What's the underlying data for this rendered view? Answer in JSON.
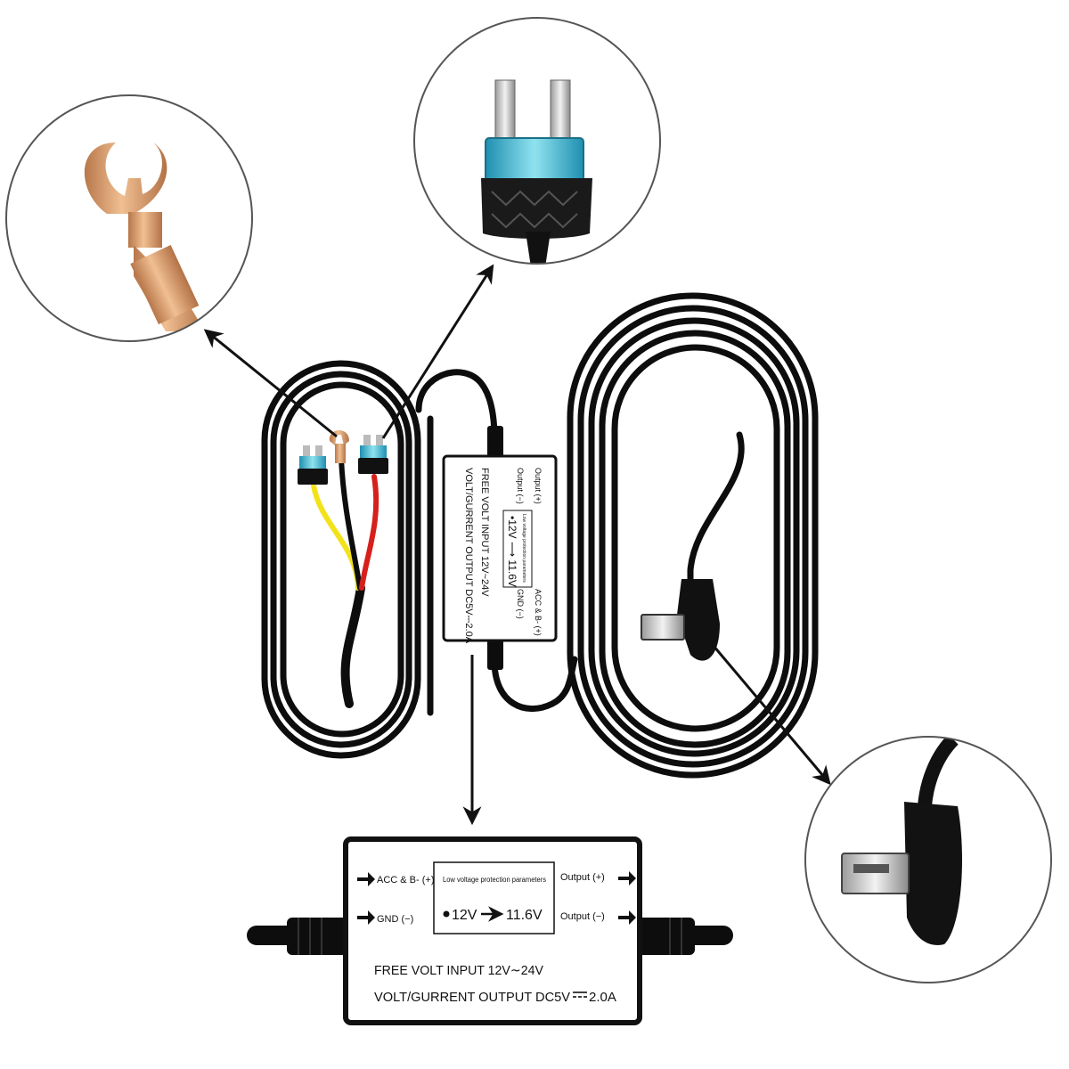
{
  "module": {
    "acc_label": "ACC & B- (+)",
    "gnd_label": "GND (−)",
    "output_plus_label": "Output (+)",
    "output_minus_label": "Output (−)",
    "low_voltage_title": "Low voltage protection parameters",
    "voltage_from": "12V",
    "voltage_to": "11.6V",
    "input_line": "FREE VOLT INPUT   12V∼24V",
    "output_line": "VOLT/GURRENT OUTPUT  DC5V",
    "output_current": "2.0A"
  },
  "colors": {
    "cable": "#0d0d0d",
    "wire_yellow": "#f2e21a",
    "wire_red": "#d7201c",
    "copper": "#d79a68",
    "fuse_blue": "#3ec1d8",
    "circle_border": "#555555"
  },
  "icons": [
    "fork-terminal-icon",
    "blade-fuse-icon",
    "mini-usb-plug-icon",
    "arrow-icon"
  ]
}
